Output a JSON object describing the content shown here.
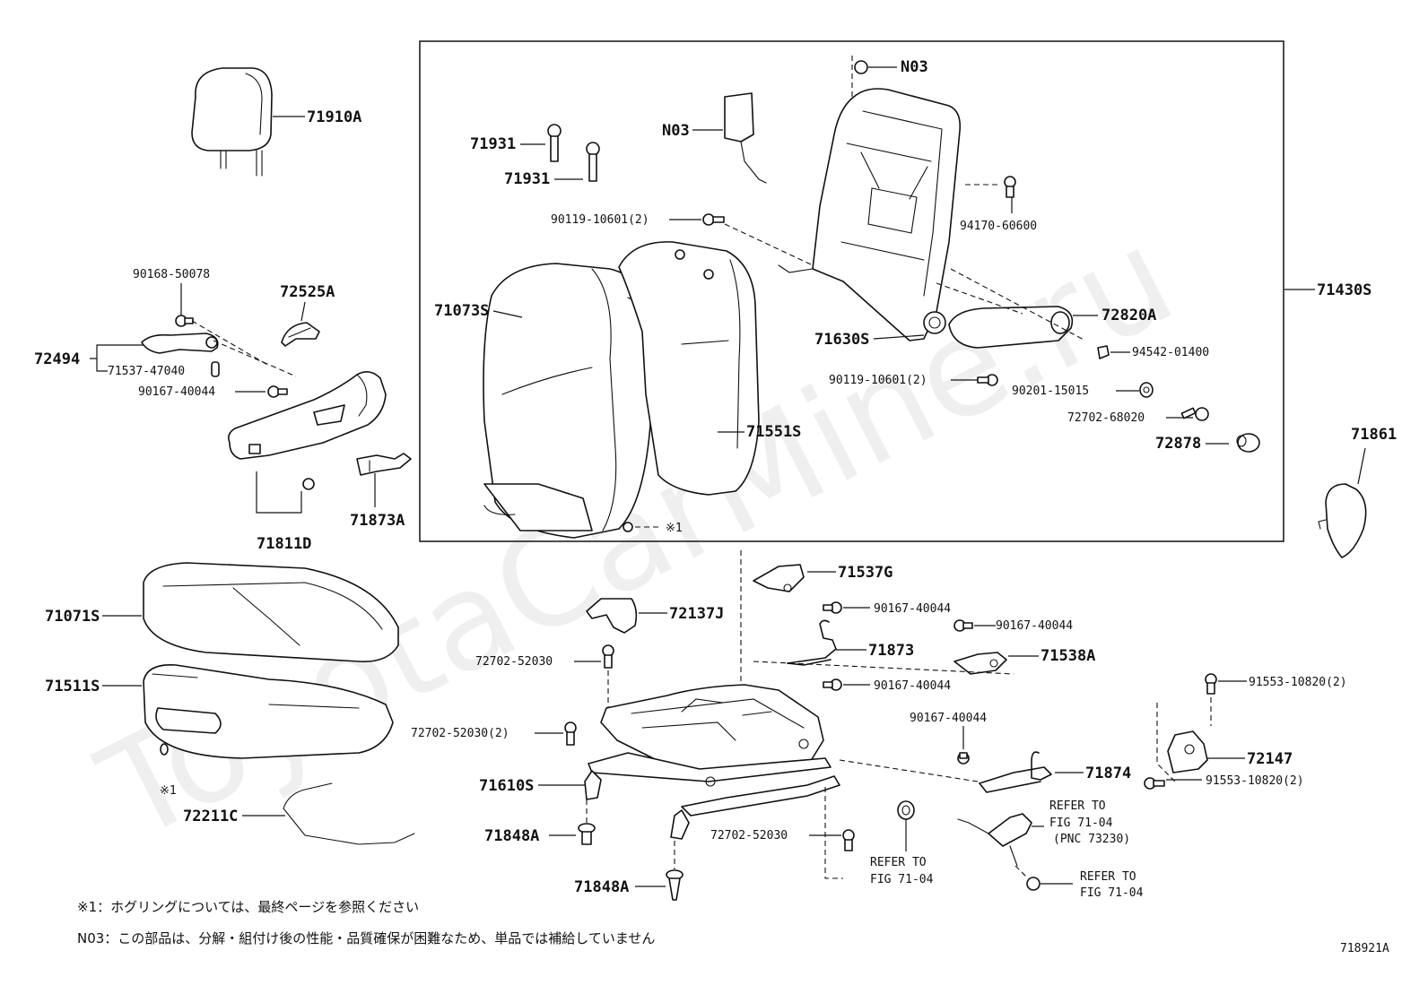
{
  "watermark": "ToyotaCarMine.ru",
  "figure_id": "718921A",
  "notes": {
    "note1": "※1：ホグリングについては、最終ページを参照ください",
    "note2": "N03：この部品は、分解・組付け後の性能・品質確保が困難なため、単品では補給していません"
  },
  "labels": {
    "p71910A": "71910A",
    "p90168_50078": "90168-50078",
    "p72525A": "72525A",
    "p72494": "72494",
    "p71537_47040": "71537-47040",
    "p90167_40044_left": "90167-40044",
    "p71811D": "71811D",
    "p71873A": "71873A",
    "p71071S": "71071S",
    "p71511S": "71511S",
    "p_mark1_left": "※1",
    "p72211C": "72211C",
    "p71931_a": "71931",
    "p71931_b": "71931",
    "p_n03_a": "N03",
    "p_n03_b": "N03",
    "p90119_10601_a": "90119-10601(2)",
    "p94170_60600": "94170-60600",
    "p71073S": "71073S",
    "p71430S": "71430S",
    "p72820A": "72820A",
    "p71630S": "71630S",
    "p94542_01400": "94542-01400",
    "p90119_10601_b": "90119-10601(2)",
    "p90201_15015": "90201-15015",
    "p72702_68020": "72702-68020",
    "p72878": "72878",
    "p71551S": "71551S",
    "p_mark1_center": "※1",
    "p71861": "71861",
    "p71537G": "71537G",
    "p90167_40044_a": "90167-40044",
    "p72137J": "72137J",
    "p90167_40044_b": "90167-40044",
    "p72702_52030_a": "72702-52030",
    "p71873": "71873",
    "p71538A": "71538A",
    "p90167_40044_c": "90167-40044",
    "p91553_10820_a": "91553-10820(2)",
    "p72702_52030_2": "72702-52030(2)",
    "p90167_40044_d": "90167-40044",
    "p72147": "72147",
    "p71874": "71874",
    "p91553_10820_b": "91553-10820(2)",
    "p71610S": "71610S",
    "refer_a_1": "REFER TO",
    "refer_a_2": "FIG 71-04",
    "refer_a_3": "(PNC 73230)",
    "p71848A_a": "71848A",
    "p72702_52030_b": "72702-52030",
    "refer_b_1": "REFER TO",
    "refer_b_2": "FIG 71-04",
    "refer_c_1": "REFER TO",
    "refer_c_2": "FIG 71-04",
    "p71848A_b": "71848A"
  }
}
